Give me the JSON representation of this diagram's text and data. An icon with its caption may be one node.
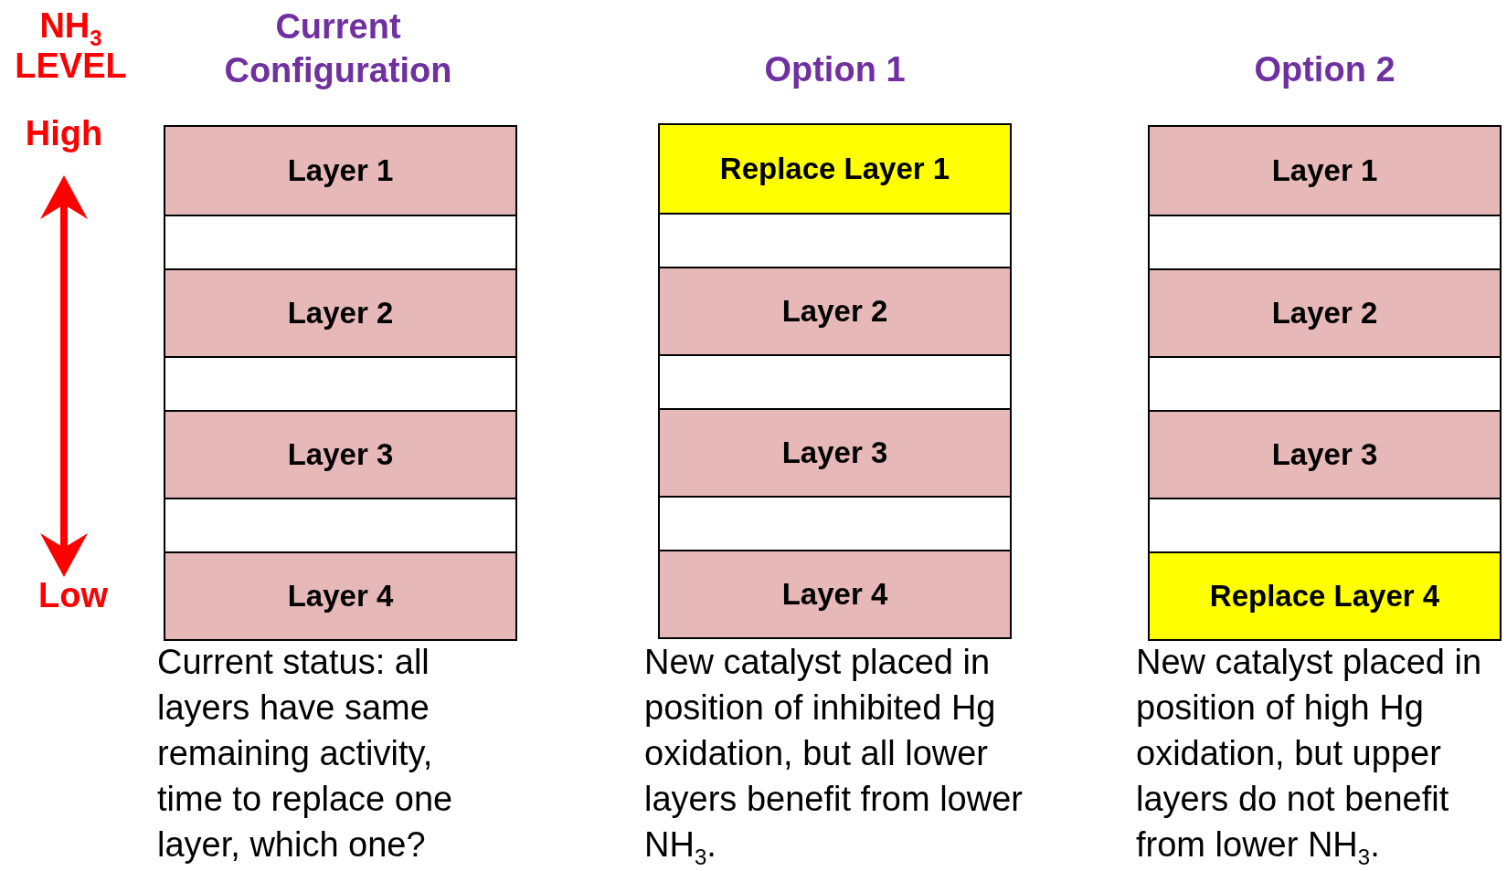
{
  "diagram": {
    "nodes": [
      {
        "text": [
          "Current Configuration"
        ],
        "beside": [
          "Current status: all layers have same remaining activity, time to replace one layer, which one?"
        ]
      },
      {
        "text": [
          "Layer 1"
        ],
        "in": 0
      },
      {
        "text": [],
        "shape": "box",
        "in": 0
      },
      {
        "text": [
          "Layer 2"
        ],
        "in": 0
      },
      {
        "text": [],
        "shape": "box",
        "in": 0
      },
      {
        "text": [
          "Layer 3"
        ],
        "in": 0
      },
      {
        "text": [],
        "shape": "box",
        "in": 0
      },
      {
        "text": [
          "Layer 4"
        ],
        "in": 0
      },
      {
        "text": [
          "Option 1"
        ],
        "beside": [
          "New catalyst placed in position of inhibited Hg oxidation, but all lower layers benefit from lower NH$_{3}$."
        ]
      },
      {
        "text": [
          "Replace Layer 1"
        ],
        "in": 8
      },
      {
        "text": [],
        "shape": "box",
        "in": 8
      },
      {
        "text": [
          "Layer 2"
        ],
        "in": 8
      },
      {
        "text": [],
        "shape": "box",
        "in": 8
      },
      {
        "text": [
          "Layer 3"
        ],
        "in": 8
      },
      {
        "text": [],
        "shape": "box",
        "in": 8
      },
      {
        "text": [
          "Layer 4"
        ],
        "in": 8
      },
      {
        "text": [
          "Option 2"
        ],
        "beside": [
          "New catalyst placed in position of high Hg oxidation, but upper layers do not benefit from lower NH$_{3}$."
        ]
      },
      {
        "text": [
          "Layer 1"
        ],
        "in": 16
      },
      {
        "text": [],
        "shape": "box",
        "in": 16
      },
      {
        "text": [
          "Layer 2"
        ],
        "in": 16
      },
      {
        "text": [],
        "shape": "box",
        "in": 16
      },
      {
        "text": [
          "Layer 3"
        ],
        "in": 16
      },
      {
        "text": [],
        "shape": "box",
        "in": 16
      },
      {
        "text": [
          "Replace Layer 4"
        ],
        "in": 16
      }
    ],
    "edges": [],
    "labels": [
      "NH$_{3}$ LEVEL",
      "High",
      "Low"
    ]
  }
}
